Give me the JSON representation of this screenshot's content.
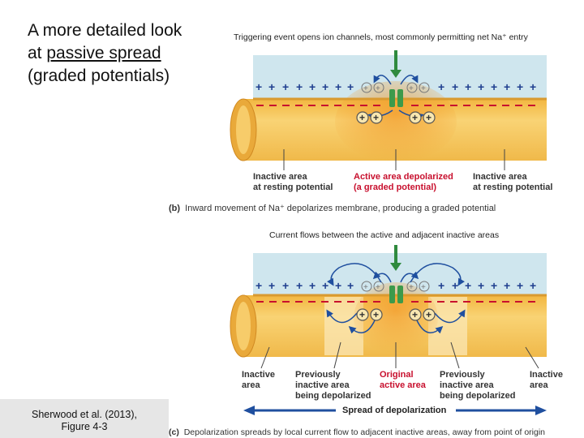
{
  "slide": {
    "title_line1": "A more detailed look",
    "title_line2_prefix": "at ",
    "title_line2_underlined": "passive spread",
    "title_line3": "(graded potentials)",
    "citation_line1": "Sherwood et al. (2013),",
    "citation_line2": "Figure 4-3"
  },
  "top_panel": {
    "heading": "Triggering event opens ion channels, most commonly permitting net Na⁺ entry",
    "label_left_1": "Inactive area",
    "label_left_2": "at resting potential",
    "label_mid_1": "Active area depolarized",
    "label_mid_2": "(a graded potential)",
    "label_right_1": "Inactive area",
    "label_right_2": "at resting potential",
    "caption_letter": "(b)",
    "caption_text": "Inward movement of Na⁺ depolarizes membrane, producing a graded potential"
  },
  "bottom_panel": {
    "heading": "Current flows between the active and adjacent inactive areas",
    "label_1a": "Inactive",
    "label_1b": "area",
    "label_2a": "Previously",
    "label_2b": "inactive area",
    "label_2c": "being depolarized",
    "label_3a": "Original",
    "label_3b": "active area",
    "label_4a": "Previously",
    "label_4b": "inactive area",
    "label_4c": "being depolarized",
    "label_5a": "Inactive",
    "label_5b": "area",
    "spread_label": "Spread of depolarization",
    "caption_letter": "(c)",
    "caption_text": "Depolarization spreads by local current flow to adjacent inactive areas, away from point of origin"
  },
  "colors": {
    "extracellular": "#cfe6ee",
    "axon": "#f6c75a",
    "axon_dark": "#e9a93a",
    "axon_light": "#fbe7b5",
    "active_label": "#c8102e",
    "plus": "#1f3f8f",
    "minus": "#c8102e",
    "arrow_blue": "#1f4f9f",
    "channel_green": "#3c9a4b"
  }
}
